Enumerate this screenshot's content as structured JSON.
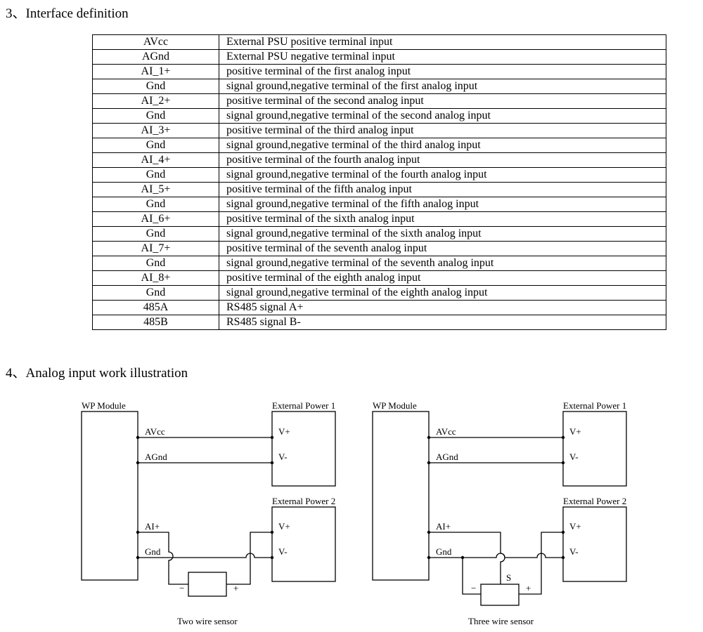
{
  "sections": {
    "interface_title": "3、Interface definition",
    "analog_title": "4、Analog input work illustration"
  },
  "interface_table": [
    {
      "pin": "AVcc",
      "description": "External PSU positive terminal input"
    },
    {
      "pin": "AGnd",
      "description": "External PSU negative terminal input"
    },
    {
      "pin": "AI_1+",
      "description": "positive terminal of the first analog input"
    },
    {
      "pin": "Gnd",
      "description": "signal ground,negative terminal of the first analog input"
    },
    {
      "pin": "AI_2+",
      "description": "positive terminal of the second analog input"
    },
    {
      "pin": "Gnd",
      "description": "signal ground,negative terminal of the second analog input"
    },
    {
      "pin": "AI_3+",
      "description": "positive terminal of the third analog input"
    },
    {
      "pin": "Gnd",
      "description": "signal ground,negative terminal of the third analog input"
    },
    {
      "pin": "AI_4+",
      "description": "positive terminal of the fourth analog input"
    },
    {
      "pin": "Gnd",
      "description": "signal ground,negative terminal of the fourth analog input"
    },
    {
      "pin": "AI_5+",
      "description": "positive terminal of the fifth analog input"
    },
    {
      "pin": "Gnd",
      "description": "signal ground,negative terminal of the fifth analog input"
    },
    {
      "pin": "AI_6+",
      "description": "positive terminal of the sixth analog input"
    },
    {
      "pin": "Gnd",
      "description": "signal ground,negative terminal of the sixth analog input"
    },
    {
      "pin": "AI_7+",
      "description": "positive terminal of the seventh analog input"
    },
    {
      "pin": "Gnd",
      "description": "signal ground,negative terminal of the seventh analog input"
    },
    {
      "pin": "AI_8+",
      "description": "positive terminal of the eighth analog input"
    },
    {
      "pin": "Gnd",
      "description": "signal ground,negative terminal of the eighth analog input"
    },
    {
      "pin": "485A",
      "description": "RS485 signal A+"
    },
    {
      "pin": "485B",
      "description": "RS485 signal B-"
    }
  ],
  "diagrams": {
    "module_label": "WP Module",
    "power1_label": "External Power 1",
    "power2_label": "External Power 2",
    "pin_avcc": "AVcc",
    "pin_agnd": "AGnd",
    "pin_ai": "AI+",
    "pin_gnd": "Gnd",
    "v_plus": "V+",
    "v_minus": "V-",
    "minus": "−",
    "plus": "+",
    "signal": "S",
    "two_wire_caption": "Two wire sensor",
    "three_wire_caption": "Three wire sensor"
  }
}
